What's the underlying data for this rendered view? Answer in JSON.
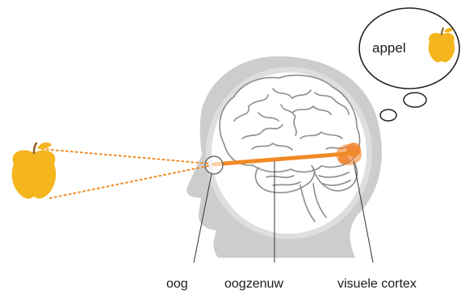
{
  "labels": {
    "eye": "oog",
    "optic_nerve": "oogzenuw",
    "visual_cortex": "visuele cortex"
  },
  "thought": {
    "word": "appel"
  },
  "colors": {
    "apple": "#f5b51f",
    "apple_stem": "#8a5a22",
    "signal": "#f08a24",
    "cortex": "#f07a1f",
    "head": "#cdcdcd",
    "skull_outline": "#d9d9d9",
    "brain_line": "#8c8c8c",
    "leader": "#333333"
  },
  "icons": {
    "object": "apple-icon",
    "thought_object": "apple-icon"
  }
}
